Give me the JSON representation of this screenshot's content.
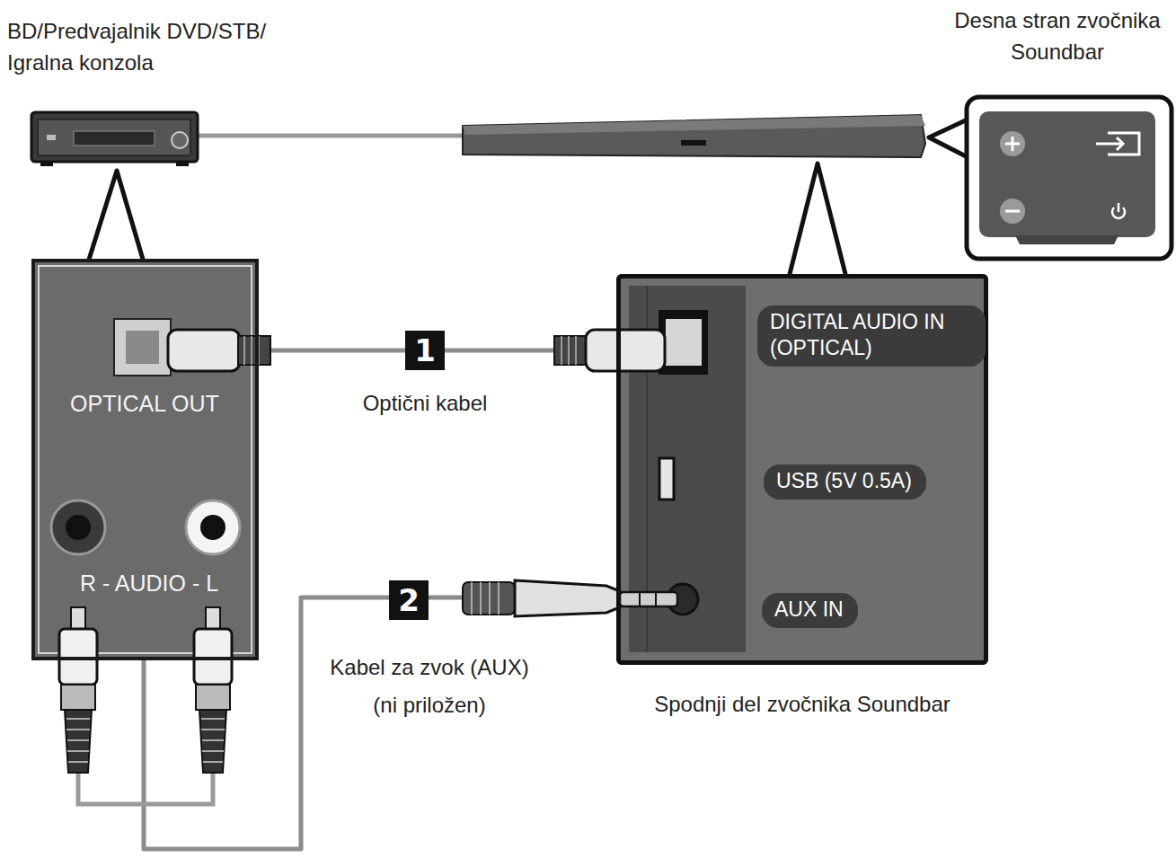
{
  "diagram": {
    "nodes": [
      {
        "text": [
          "OPTICAL OUT",
          "R - AUDIO - L"
        ]
      },
      {
        "text": [
          "Spodnji del zvočnika Soundbar"
        ]
      },
      {
        "text": [
          "DIGITAL AUDIO IN (OPTICAL)"
        ],
        "in": 1
      },
      {
        "text": [
          "USB (5V 0.5A)"
        ],
        "in": 1
      },
      {
        "text": [
          "AUX IN"
        ],
        "in": 1
      }
    ],
    "edges": [
      {
        "from": 0,
        "to": 1,
        "arrow": "none",
        "label": "1"
      },
      {
        "from": 0,
        "to": 1,
        "arrow": "none",
        "label": "2"
      }
    ],
    "labels": [
      "BD/Predvajalnik DVD/STB/ Igralna konzola",
      "Desna stran zvočnika Soundbar",
      "Optični kabel",
      "Kabel za zvok (AUX)",
      "(ni priložen)"
    ]
  }
}
